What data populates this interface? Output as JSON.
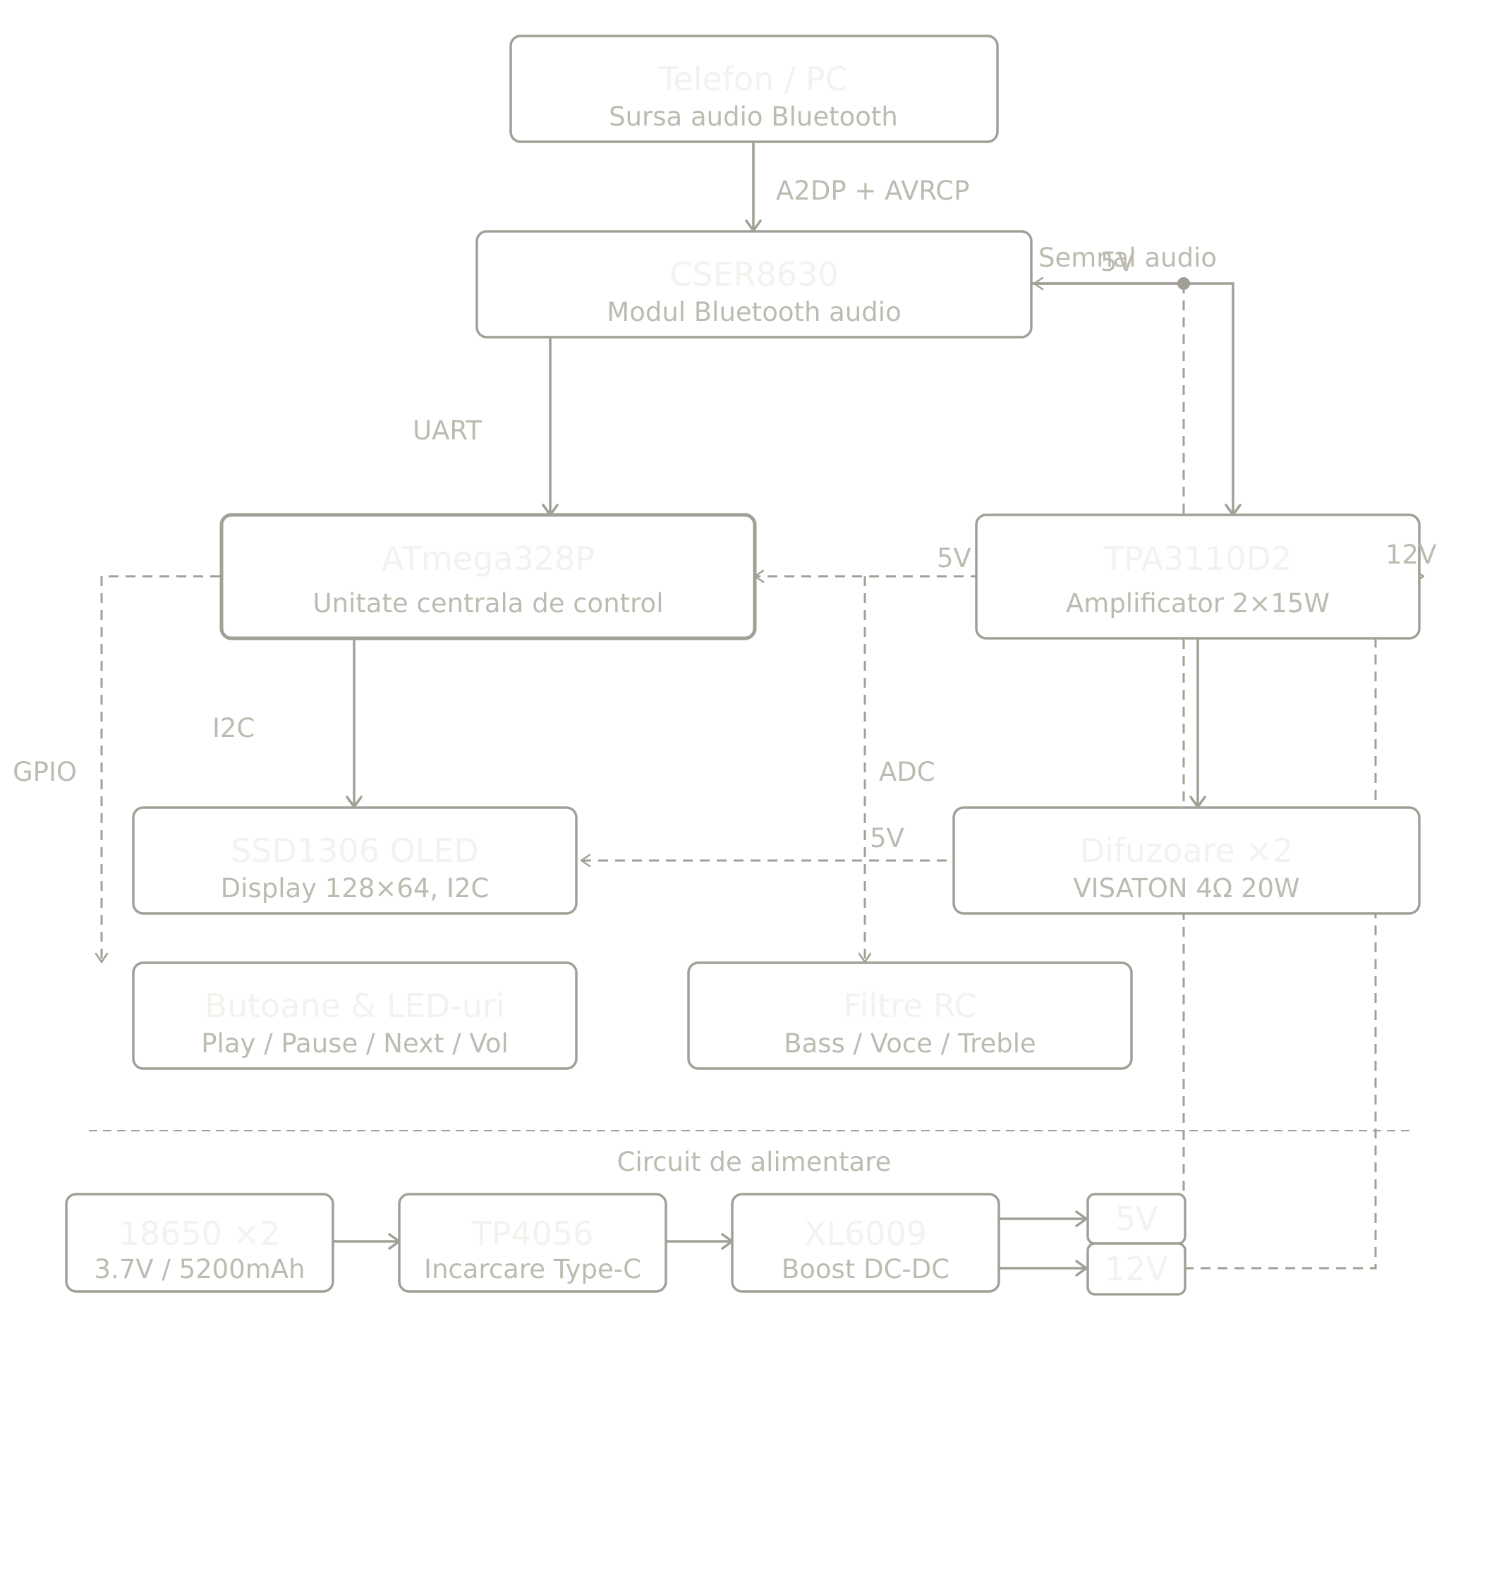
{
  "nodes": {
    "phone": {
      "title": "Telefon / PC",
      "subtitle": "Sursa audio Bluetooth"
    },
    "bt": {
      "title": "CSER8630",
      "subtitle": "Modul Bluetooth audio"
    },
    "mcu": {
      "title": "ATmega328P",
      "subtitle": "Unitate centrala de control"
    },
    "amp": {
      "title": "TPA3110D2",
      "subtitle": "Amplificator 2×15W"
    },
    "oled": {
      "title": "SSD1306 OLED",
      "subtitle": "Display 128×64, I2C"
    },
    "speakers": {
      "title": "Difuzoare ×2",
      "subtitle": "VISATON 4Ω 20W"
    },
    "buttons": {
      "title": "Butoane & LED-uri",
      "subtitle": "Play / Pause / Next / Vol"
    },
    "filters": {
      "title": "Filtre RC",
      "subtitle": "Bass / Voce / Treble"
    },
    "battery": {
      "title": "18650 ×2",
      "subtitle": "3.7V / 5200mAh"
    },
    "charger": {
      "title": "TP4056",
      "subtitle": "Incarcare Type-C"
    },
    "boost": {
      "title": "XL6009",
      "subtitle": "Boost DC-DC"
    },
    "rail5": {
      "title": "5V"
    },
    "rail12": {
      "title": "12V"
    }
  },
  "labels": {
    "a2dp": "A2DP + AVRCP",
    "semnal": "Semnal audio",
    "bt_5v": "5V",
    "uart": "UART",
    "mcu_5v": "5V",
    "amp_12v": "12V",
    "i2c": "I2C",
    "gpio": "GPIO",
    "adc": "ADC",
    "oled_5v": "5V",
    "power_section": "Circuit de alimentare"
  }
}
